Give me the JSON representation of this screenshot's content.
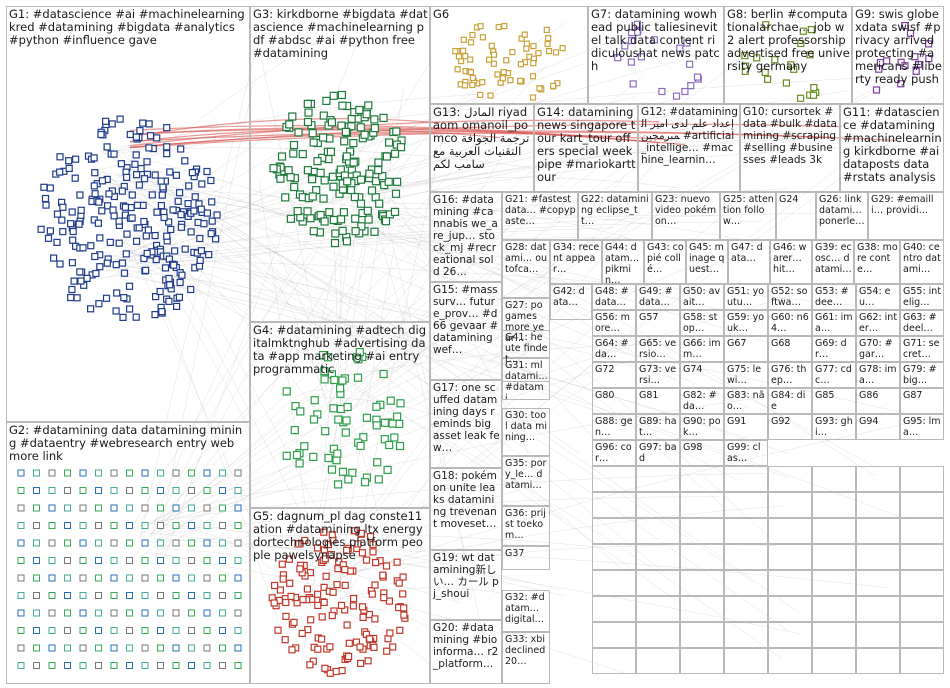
{
  "graph": {
    "edge_color": "#a8a8a8",
    "highlight_edge_color": "#d9534f",
    "cell_border": "#b9b9b9",
    "groups": [
      {
        "id": "G1",
        "label": "G1: #datascience #ai #machinelearning kred #datamining #bigdata #analytics #python #influence gave",
        "color": "#1f3b8a"
      },
      {
        "id": "G2",
        "label": "G2: #datamining data datamining mining #dataentry #webresearch entry web more link",
        "color": "#2a6ebb"
      },
      {
        "id": "G3",
        "label": "G3: kirkdborne #bigdata #datascience #machinelearning pdf #abdsc #ai #python free #datamining",
        "color": "#1e7a3c"
      },
      {
        "id": "G4",
        "label": "G4: #datamining #adtech digitalmktnghub #advertising data #app marketing #ai entry programmatic",
        "color": "#2e9e4a"
      },
      {
        "id": "G5",
        "label": "G5: dagnum_pl dag conste11ation #datamining ltx energy dortechnologies platform people pawelsynapse",
        "color": "#c0392b"
      },
      {
        "id": "G6",
        "label": "G6",
        "color": "#c9a23a"
      },
      {
        "id": "G7",
        "label": "G7: datamining wowhead public taliesinevitel talk data content ridiculoushat news patch",
        "color": "#8e6bbf"
      },
      {
        "id": "G8",
        "label": "G8: berlin #computationalarchae… job w2 alert professorship advertised free university germany",
        "color": "#6b8e23"
      },
      {
        "id": "G9",
        "label": "G9: swis globexdata swisf #privacy arrived protecting #americans #liberty ready push",
        "color": "#7b3fa0"
      },
      {
        "id": "G10",
        "label": "G10: cursortek #data #bulk #datamining #scraping #selling #businesses #leads 3k",
        "color": "#3a7bd5"
      },
      {
        "id": "G11",
        "label": "G11: #datascience #datamining #machinelearning kirkdborne #ai dataposts data #rstats analysis",
        "color": "#2b5fa8"
      },
      {
        "id": "G12",
        "label": "G12: #datamining إعداد علم لدى امير المبرمجين #artificial_intellige… #machine_learnin…",
        "color": "#4a4a9e"
      },
      {
        "id": "G13",
        "label": "G13: المادل riyadaom omanoil_pomco ترجمة الجوافة التقنيات العربية مع سامب لكم",
        "color": "#b03a2e"
      },
      {
        "id": "G14",
        "label": "G14: datamining news singapore tour kart_tour offers special week pipe #mariokarttour",
        "color": "#3f7f5f"
      },
      {
        "id": "G15",
        "label": "G15: #masssurv… future_prov… #d66 gevaar #datamining wef…",
        "color": "#555555"
      },
      {
        "id": "G16",
        "label": "G16: #datamining #cannabis we_are_jup… stock_mj #recreational sold 26…",
        "color": "#3b6e3b"
      },
      {
        "id": "G17",
        "label": "G17: one scuffed datamining days reminds big asset leak few…",
        "color": "#8a5a2b"
      },
      {
        "id": "G18",
        "label": "G18: pokémon unite leaks datamining trevenant moveset…",
        "color": "#a83279"
      },
      {
        "id": "G19",
        "label": "G19: wt datamining新しい… カール pj_shoui",
        "color": "#666666"
      },
      {
        "id": "G20",
        "label": "G20: #datamining #bioinforma… r2_platform…",
        "color": "#2f6f6f"
      },
      {
        "id": "G21",
        "label": "G21: #fastestdata… #copypaste…",
        "color": "#444"
      },
      {
        "id": "G22",
        "label": "G22: datamining eclipse_tt…",
        "color": "#444"
      },
      {
        "id": "G23",
        "label": "G23: nuevo video pokémon…",
        "color": "#444"
      },
      {
        "id": "G24",
        "label": "G24",
        "color": "#444"
      },
      {
        "id": "G25",
        "label": "G25: attention follow…",
        "color": "#444"
      },
      {
        "id": "G26",
        "label": "G26: link datami… ponerle…",
        "color": "#444"
      },
      {
        "id": "G29",
        "label": "G29: #emailli… providi…",
        "color": "#444"
      },
      {
        "id": "G27",
        "label": "G27: po games more year…",
        "color": "#444"
      },
      {
        "id": "G28",
        "label": "G28: datami… outofca…",
        "color": "#444"
      },
      {
        "id": "G30",
        "label": "G30: tool data mining…",
        "color": "#444"
      },
      {
        "id": "G31",
        "label": "G31: ml datami… #datami…",
        "color": "#444"
      },
      {
        "id": "G32",
        "label": "G32: #datam… digital…",
        "color": "#444"
      },
      {
        "id": "G33",
        "label": "G33: xbi declined 20…",
        "color": "#444"
      },
      {
        "id": "G34",
        "label": "G34: recent appear…",
        "color": "#444"
      },
      {
        "id": "G35",
        "label": "G35: pory_le… datami…",
        "color": "#444"
      },
      {
        "id": "G36",
        "label": "G36: prijst toekom…",
        "color": "#444"
      },
      {
        "id": "G37",
        "label": "G37",
        "color": "#444"
      },
      {
        "id": "G38",
        "label": "G38: more conte…",
        "color": "#444"
      },
      {
        "id": "G39",
        "label": "G39: ecosc… datami…",
        "color": "#444"
      },
      {
        "id": "G40",
        "label": "G40: centro datami…",
        "color": "#444"
      },
      {
        "id": "G41",
        "label": "G41: heute findet…",
        "color": "#444"
      },
      {
        "id": "G42",
        "label": "G42: data…",
        "color": "#444"
      },
      {
        "id": "G43",
        "label": "G43: copié collé…",
        "color": "#444"
      },
      {
        "id": "G44",
        "label": "G44: datam… pikmin…",
        "color": "#444"
      },
      {
        "id": "G45",
        "label": "G45: minage quest…",
        "color": "#444"
      },
      {
        "id": "G46",
        "label": "G46: warer… hit…",
        "color": "#444"
      },
      {
        "id": "G47",
        "label": "G47: data…",
        "color": "#444"
      }
    ],
    "tiny_groups": [
      "G48: #data…",
      "G49: #data…",
      "G50: avait…",
      "G51: youtu…",
      "G52: softwa…",
      "G53: #dee…",
      "G54: eu…",
      "G55: intelig…",
      "G56: more…",
      "G57",
      "G58: stop…",
      "G59: youk…",
      "G60: n64…",
      "G61: ima…",
      "G62: inter…",
      "G63: #deel…",
      "G64: #da…",
      "G65: versio…",
      "G66: imm…",
      "G67",
      "G68",
      "G69: dr…",
      "G70: #gar…",
      "G71: secret…",
      "G72",
      "G73: versi…",
      "G74",
      "G75: lewi…",
      "G76: thep…",
      "G77: cdc…",
      "G78: ima…",
      "G79: #big…",
      "G80",
      "G81",
      "G82: #da…",
      "G83: não…",
      "G84: die",
      "G85",
      "G86",
      "G87",
      "G88: gen…",
      "G89: hat…",
      "G90: pok…",
      "G91",
      "G92",
      "G93: ghi…",
      "G94",
      "G95: lma…",
      "G96: cor…",
      "G97: bad",
      "G98",
      "G99: clas…"
    ]
  }
}
